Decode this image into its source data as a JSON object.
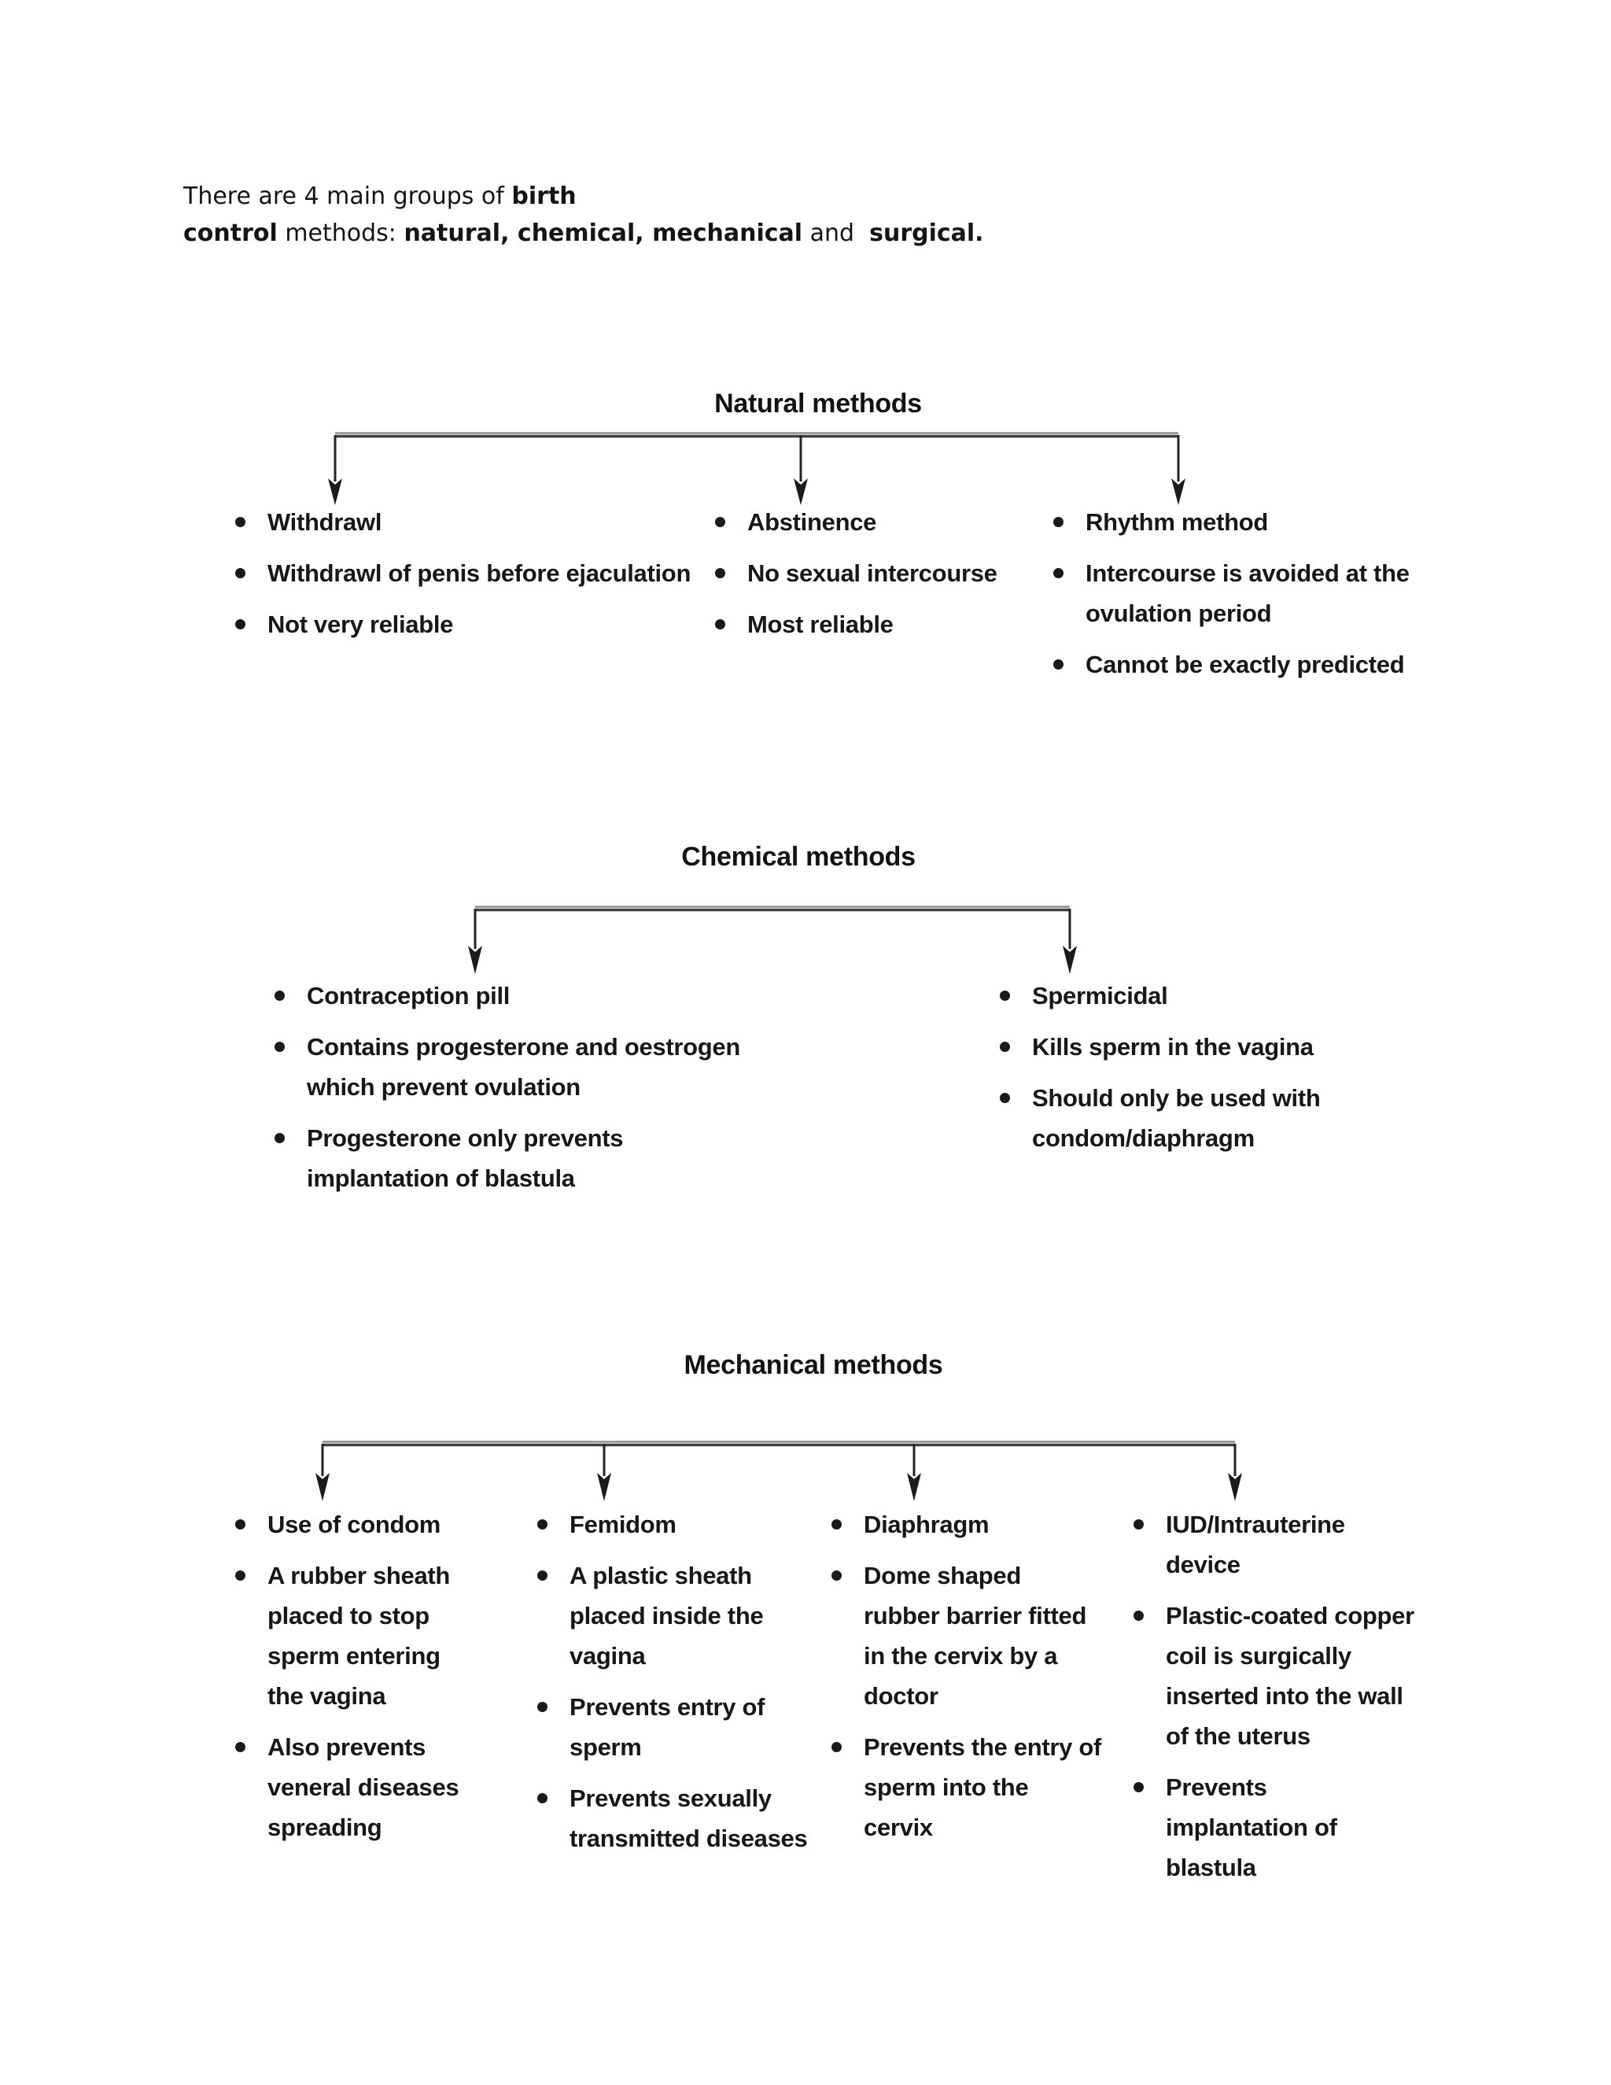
{
  "intro": {
    "seg1": "There are 4 main groups of ",
    "seg2": "birth",
    "seg3": "control",
    "seg4": " methods: ",
    "seg5": "natural, chemical, mechanical",
    "seg6": " and  ",
    "seg7": "surgical."
  },
  "sections": [
    {
      "title": "Natural methods",
      "columns": [
        {
          "items": [
            "Withdrawl",
            "Withdrawl of penis before ejaculation",
            "Not very reliable"
          ]
        },
        {
          "items": [
            "Abstinence",
            "No sexual intercourse",
            "Most reliable"
          ]
        },
        {
          "items": [
            "Rhythm method",
            "Intercourse is avoided at the\novulation period",
            "Cannot be exactly predicted"
          ]
        }
      ]
    },
    {
      "title": "Chemical methods",
      "columns": [
        {
          "items": [
            "Contraception pill",
            "Contains progesterone and oestrogen\nwhich prevent ovulation",
            "Progesterone only prevents\nimplantation of blastula"
          ]
        },
        {
          "items": [
            "Spermicidal",
            "Kills sperm in the vagina",
            "Should only be used with\ncondom/diaphragm"
          ]
        }
      ]
    },
    {
      "title": "Mechanical methods",
      "columns": [
        {
          "items": [
            "Use of condom",
            "A rubber sheath\nplaced to stop\nsperm entering\nthe vagina",
            "Also prevents\nveneral diseases\nspreading"
          ]
        },
        {
          "items": [
            "Femidom",
            "A plastic sheath\nplaced inside the\nvagina",
            "Prevents entry of\nsperm",
            "Prevents sexually\ntransmitted diseases"
          ]
        },
        {
          "items": [
            "Diaphragm",
            "Dome shaped\nrubber barrier fitted\nin the cervix by a\ndoctor",
            "Prevents the entry of\nsperm into the\ncervix"
          ]
        },
        {
          "items": [
            "IUD/Intrauterine\ndevice",
            "Plastic-coated copper\ncoil is surgically\ninserted into the wall\nof the uterus",
            "Prevents\nimplantation of\nblastula"
          ]
        }
      ]
    }
  ],
  "icons": {
    "branch_arrow": "arrow-down"
  },
  "colors": {
    "background": "#ffffff",
    "text": "#161616",
    "connector_line": "#3f3f3f"
  }
}
